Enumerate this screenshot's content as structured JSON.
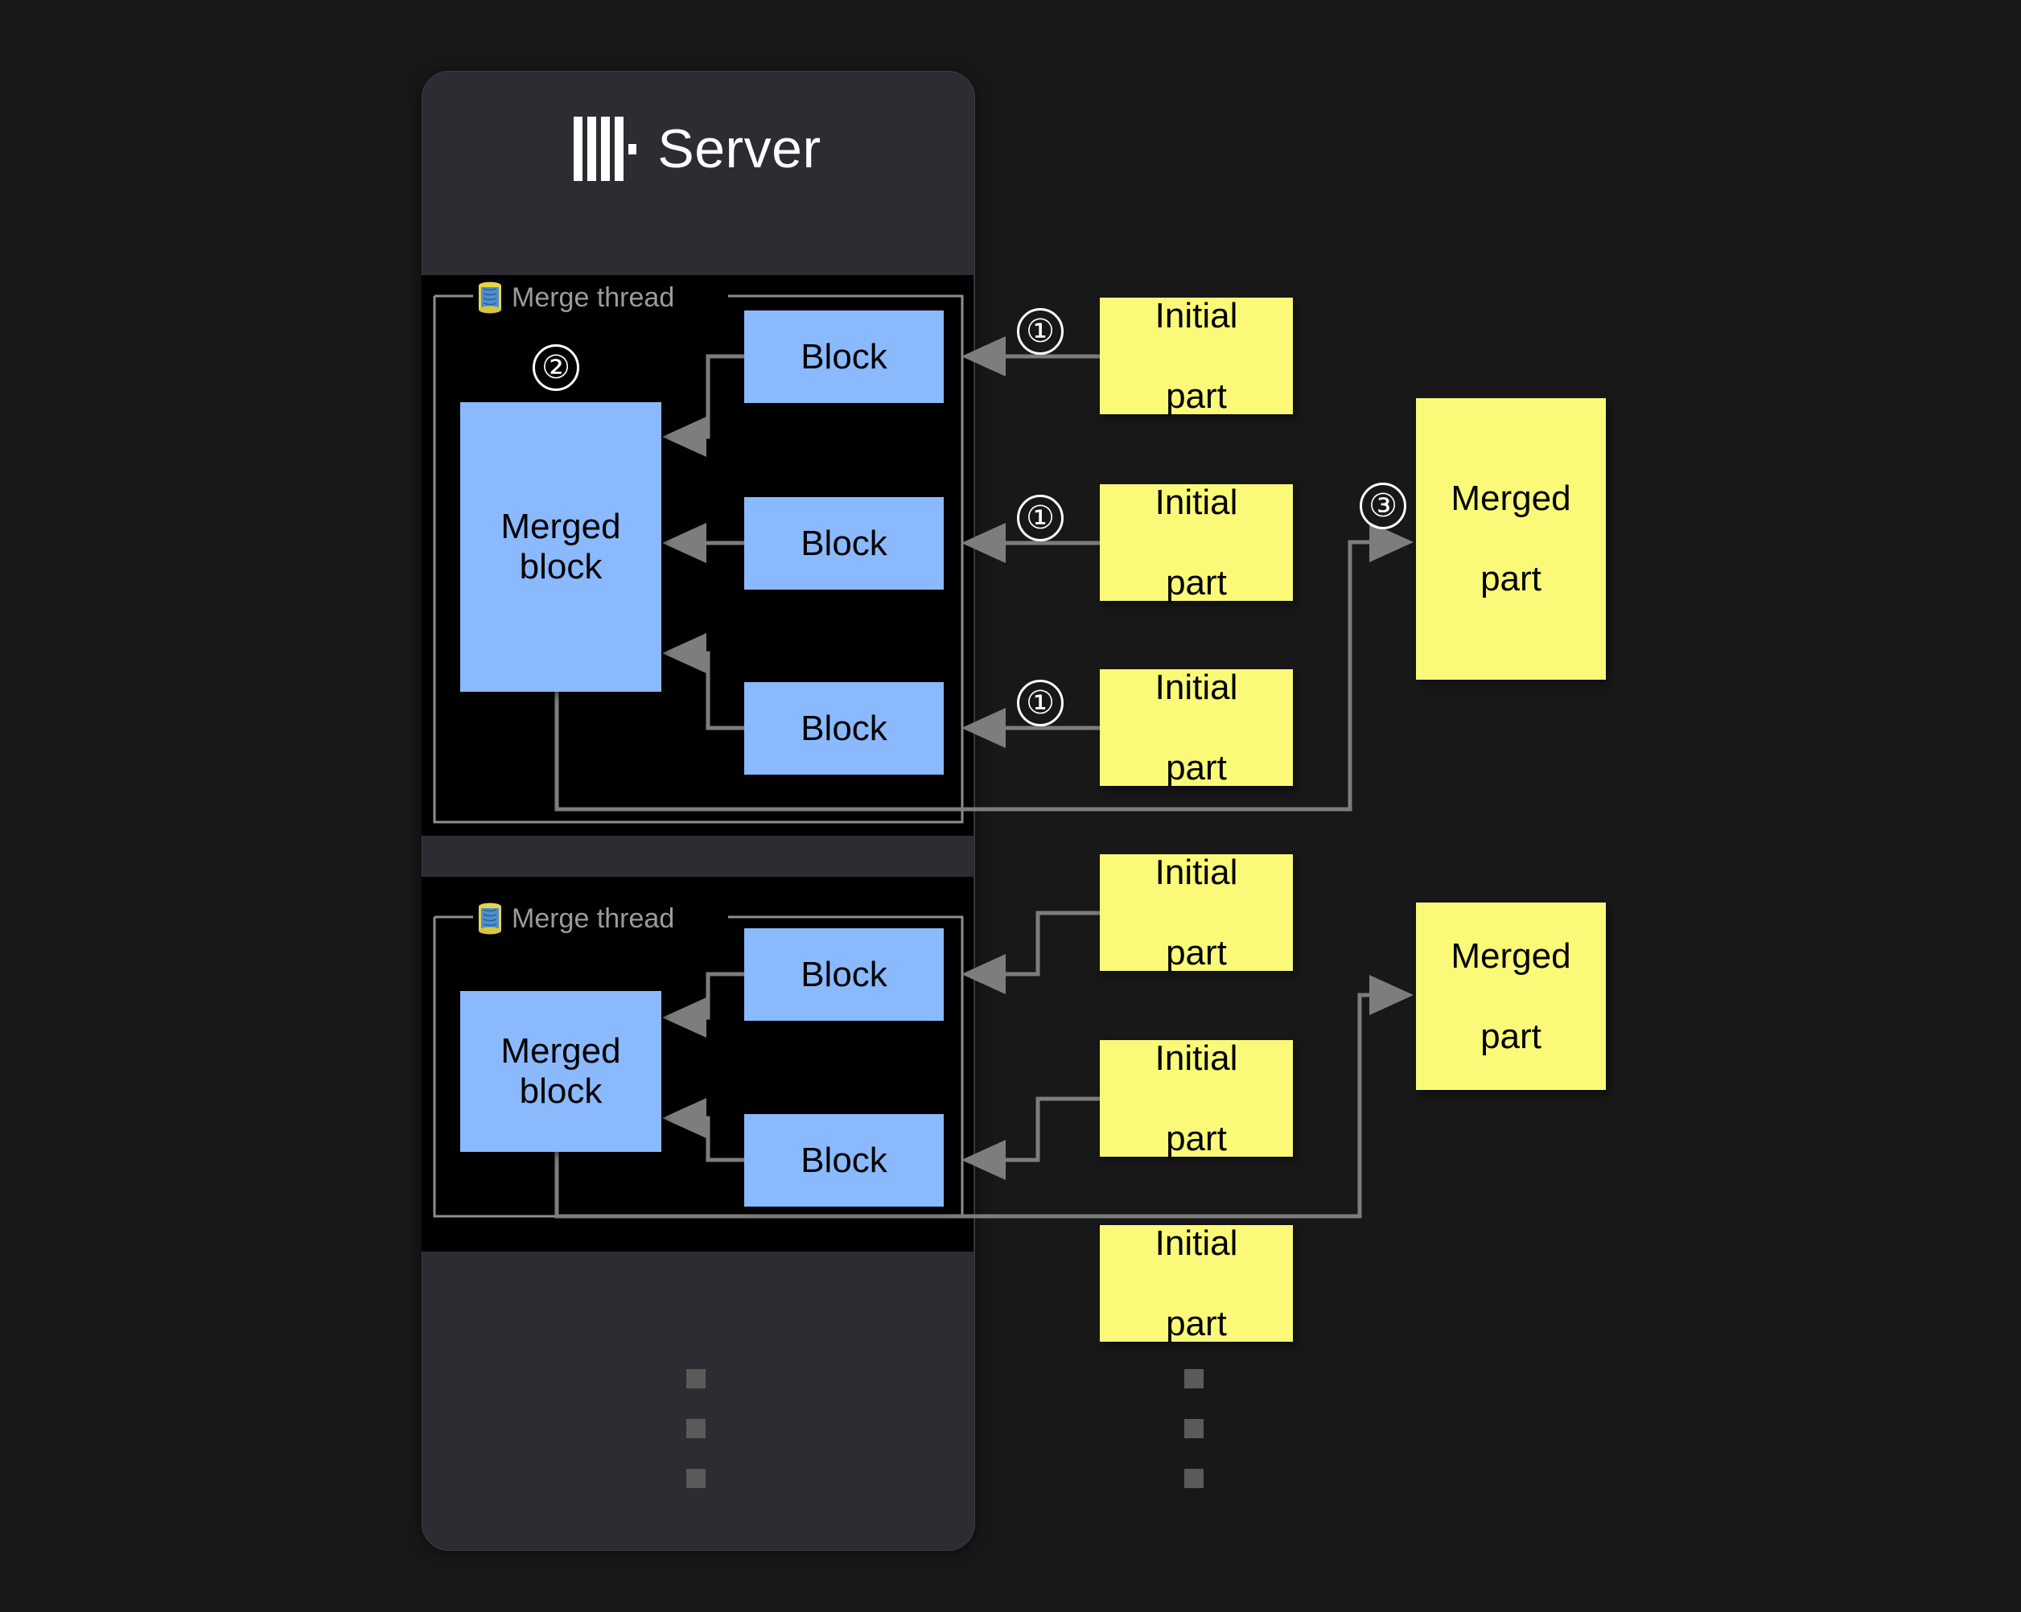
{
  "page": {
    "background": "#181818",
    "panel_background": "#2b2d33",
    "thread_background": "#000000",
    "block_color": "#8ab9fe",
    "part_color": "#fafa78",
    "wire_color": "#7d7d7d",
    "label_color": "#9b9b9b"
  },
  "server": {
    "title": "Server",
    "logo_icon": "clickhouse-logo-icon"
  },
  "threads": [
    {
      "label": "Merge thread",
      "icon": "thread-spool-icon",
      "steps": [
        "①",
        "②",
        "①",
        "①"
      ],
      "merged_block": "Merged block",
      "blocks": [
        "Block",
        "Block",
        "Block"
      ]
    },
    {
      "label": "Merge thread",
      "icon": "thread-spool-icon",
      "merged_block": "Merged block",
      "blocks": [
        "Block",
        "Block"
      ]
    }
  ],
  "steps": {
    "one_a": "①",
    "one_b": "①",
    "one_c": "①",
    "two": "②",
    "three": "③"
  },
  "initial_parts": [
    {
      "line1": "Initial",
      "line2": "part"
    },
    {
      "line1": "Initial",
      "line2": "part"
    },
    {
      "line1": "Initial",
      "line2": "part"
    },
    {
      "line1": "Initial",
      "line2": "part"
    },
    {
      "line1": "Initial",
      "line2": "part"
    },
    {
      "line1": "Initial",
      "line2": "part"
    }
  ],
  "merged_parts": [
    {
      "line1": "Merged",
      "line2": "part"
    },
    {
      "line1": "Merged",
      "line2": "part"
    }
  ],
  "ellipsis": {
    "server_column": "⋮",
    "parts_column": "⋮"
  }
}
